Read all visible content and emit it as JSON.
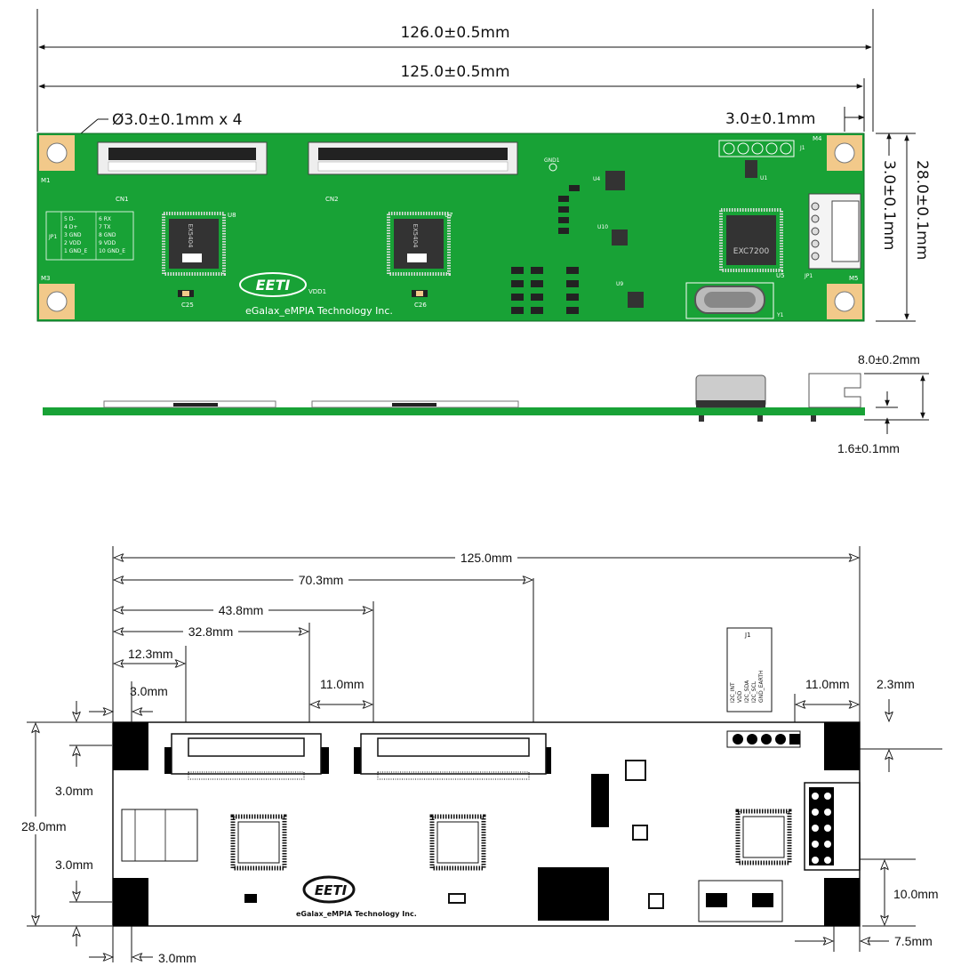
{
  "colors": {
    "pcb": "#18a236",
    "pad": "#f2c98a",
    "chip": "#333333",
    "ink": "#111111"
  },
  "top_view": {
    "dims": {
      "overall_length": "126.0±0.5mm",
      "board_length": "125.0±0.5mm",
      "hole_dia": "Ø3.0±0.1mm x 4",
      "hole_offset": "3.0±0.1mm",
      "height": "28.0±0.1mm",
      "hole_offset_v": "3.0±0.1mm"
    },
    "labels": {
      "cn1": "CN1",
      "cn2": "CN2",
      "u8": "U8",
      "u7": "U7",
      "chip_a": "EX5404",
      "chip_b": "EX5404",
      "mcu": "EXC7200",
      "company": "eGalax_eMPIA Technology Inc.",
      "logo": "EETI",
      "m1": "M1",
      "m3": "M3",
      "m4": "M4",
      "m5": "M5",
      "jp1": "JP1",
      "j1": "J1",
      "u4": "U4",
      "u1": "U1",
      "u5": "U5",
      "u10": "U10",
      "u9": "U9",
      "c25": "C25",
      "c26": "C26",
      "y1": "Y1",
      "gnd1": "GND1",
      "vdd1": "VDD1",
      "pinout": [
        "5 D-",
        "4 D+",
        "3 GND",
        "2 VDD",
        "1 GND_E",
        "6 RX",
        "7 TX",
        "8 GND",
        "9 VDD",
        "10 GND_E"
      ]
    }
  },
  "side_view": {
    "dims": {
      "connector_height": "8.0±0.2mm",
      "thickness": "1.6±0.1mm"
    }
  },
  "bottom_view": {
    "dims": {
      "total": "125.0mm",
      "d70": "70.3mm",
      "d43": "43.8mm",
      "d32": "32.8mm",
      "d12": "12.3mm",
      "d3": "3.0mm",
      "d11a": "11.0mm",
      "d11b": "11.0mm",
      "d23": "2.3mm",
      "h28": "28.0mm",
      "h3a": "3.0mm",
      "h3b": "3.0mm",
      "h10": "10.0mm",
      "d75": "7.5mm",
      "d3b": "3.0mm"
    },
    "labels": {
      "j1": "J1",
      "company": "eGalax_eMPIA Technology Inc.",
      "logo": "EETI",
      "jp1_pins": [
        "I2C_INT",
        "VDD",
        "I2C_SDA",
        "I2C_SCL",
        "GND_EARTH"
      ]
    }
  }
}
